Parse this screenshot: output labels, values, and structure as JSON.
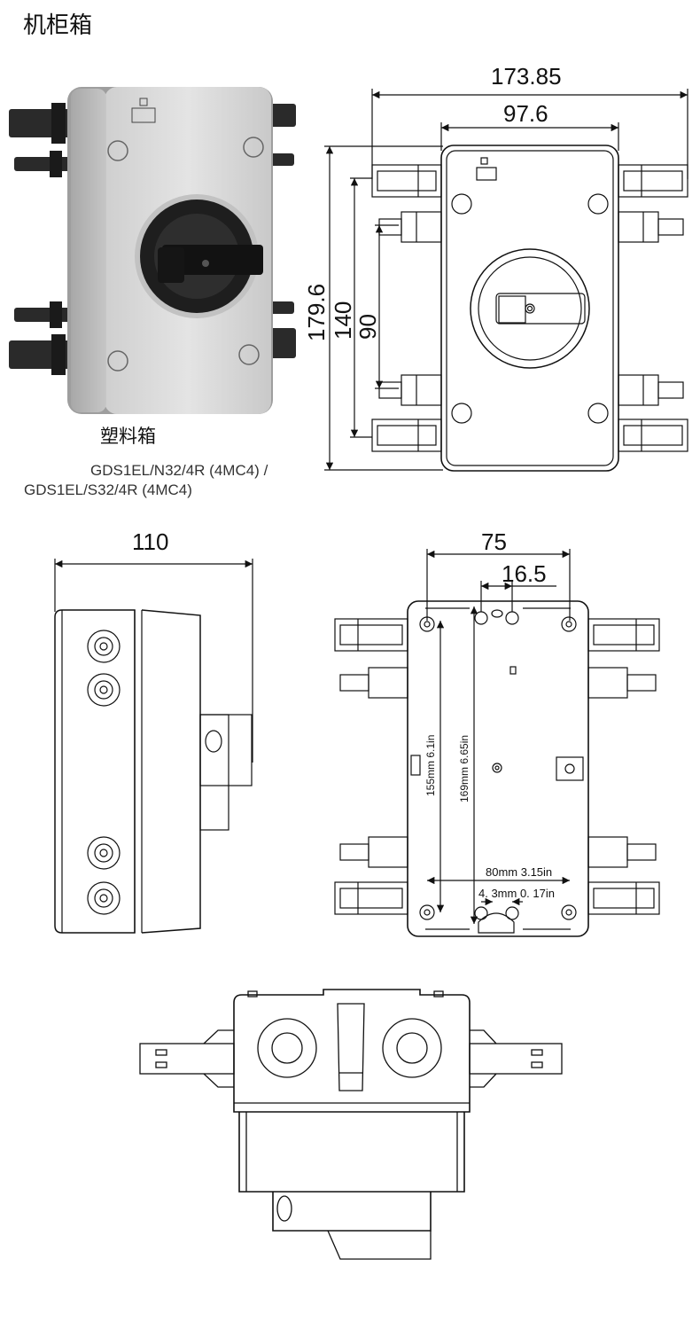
{
  "page": {
    "title": "机柜箱",
    "photo_caption": "塑料箱",
    "model_line1": "GDS1EL/N32/4R (4MC4)  /",
    "model_line2": "GDS1EL/S32/4R (4MC4)"
  },
  "front_view": {
    "dim_overall_width": "173.85",
    "dim_body_width": "97.6",
    "dim_overall_height": "179.6",
    "dim_connector_outer": "140",
    "dim_connector_inner": "90"
  },
  "side_view": {
    "dim_depth": "110"
  },
  "back_view": {
    "dim_width": "75",
    "dim_slot": "16.5",
    "dim_155": "155mm 6.1in",
    "dim_169": "169mm 6.65in",
    "dim_80": "80mm 3.15in",
    "dim_43": "4. 3mm  0. 17in"
  },
  "colors": {
    "line": "#111111",
    "enclosure_grey": "#d9d9d9",
    "handle_black": "#1e1e1e",
    "connector_black": "#2a2a2a"
  }
}
